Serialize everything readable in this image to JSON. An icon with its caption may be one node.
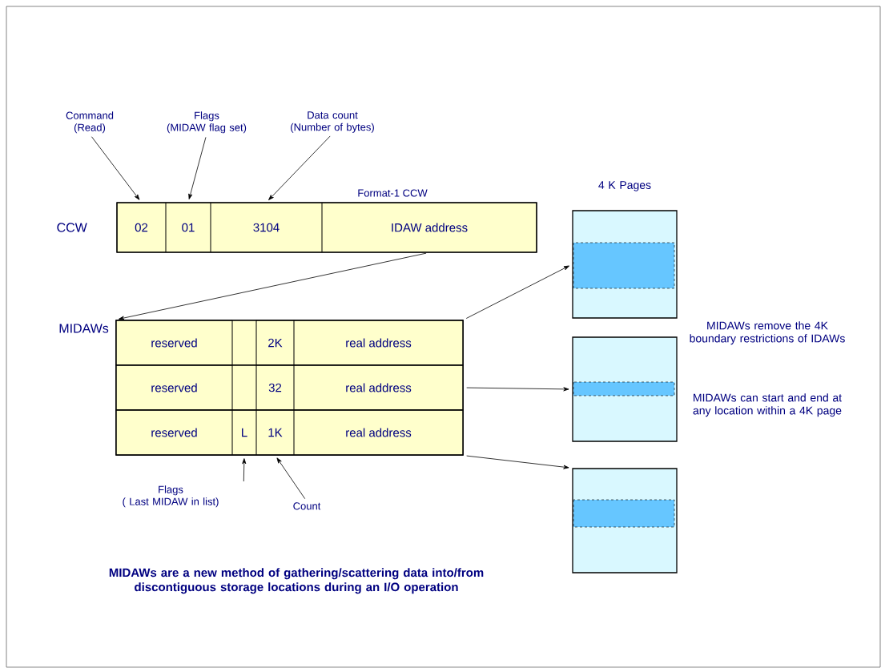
{
  "diagram": {
    "nodes": [
      {
        "text": [
          "Command",
          "(Read)"
        ]
      },
      {
        "text": [
          "Flags",
          "(MIDAW flag set)"
        ]
      },
      {
        "text": [
          "Data count",
          "(Number of bytes)"
        ]
      },
      {
        "text": [
          "CCW"
        ],
        "beside": [
          "Format-1 CCW"
        ]
      },
      {
        "text": [
          "02"
        ],
        "in": 3
      },
      {
        "text": [
          "01"
        ],
        "in": 3
      },
      {
        "text": [
          "3104"
        ],
        "in": 3
      },
      {
        "text": [
          "IDAW address"
        ],
        "in": 3
      },
      {
        "text": [
          "MIDAWs"
        ]
      },
      {
        "text": [],
        "shape": "box",
        "in": 8
      },
      {
        "text": [
          "reserved"
        ],
        "in": 9
      },
      {
        "text": [
          "2K"
        ],
        "in": 9
      },
      {
        "text": [
          "real address"
        ],
        "in": 9
      },
      {
        "text": [],
        "shape": "box",
        "in": 8
      },
      {
        "text": [
          "reserved"
        ],
        "in": 13
      },
      {
        "text": [
          "32"
        ],
        "in": 13
      },
      {
        "text": [
          "real address"
        ],
        "in": 13
      },
      {
        "text": [],
        "shape": "box",
        "in": 8
      },
      {
        "text": [
          "reserved"
        ],
        "in": 17
      },
      {
        "text": [
          "L"
        ],
        "in": 17
      },
      {
        "text": [
          "1K"
        ],
        "in": 17
      },
      {
        "text": [
          "real address"
        ],
        "in": 17
      },
      {
        "text": [
          "Flags",
          "( Last MIDAW in list)"
        ]
      },
      {
        "text": [
          "Count"
        ]
      },
      {
        "text": [],
        "shape": "box"
      },
      {
        "text": [],
        "shape": "box"
      },
      {
        "text": [],
        "shape": "box"
      }
    ],
    "edges": [
      {
        "from": 0,
        "to": 4,
        "arrow": "to"
      },
      {
        "from": 1,
        "to": 5,
        "arrow": "to"
      },
      {
        "from": 2,
        "to": 6,
        "arrow": "to"
      },
      {
        "from": 7,
        "to": 8,
        "arrow": "to"
      },
      {
        "from": 9,
        "to": 24,
        "arrow": "to"
      },
      {
        "from": 13,
        "to": 25,
        "arrow": "to"
      },
      {
        "from": 17,
        "to": 26,
        "arrow": "to"
      },
      {
        "from": 22,
        "to": 19,
        "arrow": "to"
      },
      {
        "from": 23,
        "to": 20,
        "arrow": "to"
      }
    ],
    "labels": [
      "4 K Pages",
      "MIDAWs remove the 4K boundary restrictions of IDAWs",
      "MIDAWs can start and end at any location within a 4K page",
      "**MIDAWs are a new method of gathering/scattering data into/from discontiguous storage locations during an I/O operation**"
    ]
  }
}
